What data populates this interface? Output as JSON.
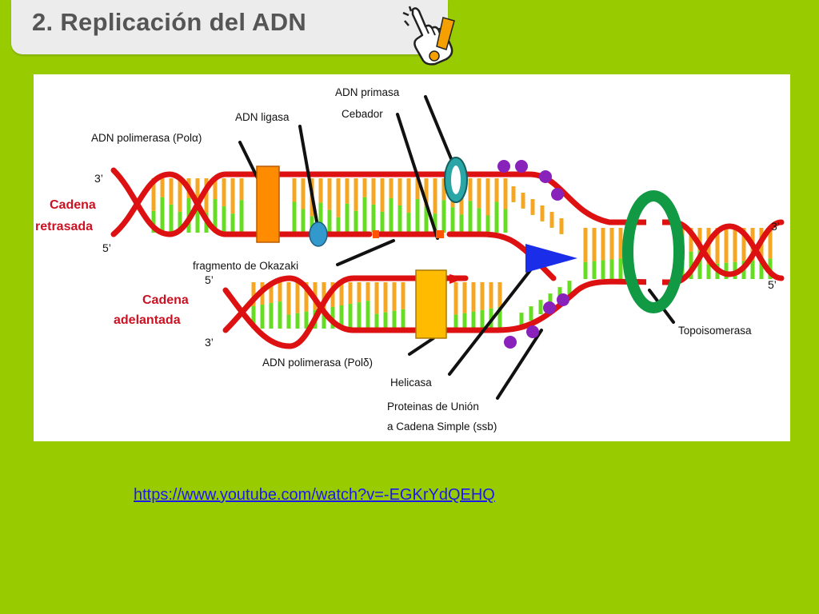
{
  "slide": {
    "title": "2. Replicación del ADN",
    "link": "https://www.youtube.com/watch?v=-EGKrYdQEHQ"
  },
  "diagram": {
    "labels": {
      "primasa": "ADN primasa",
      "cebador": "Cebador",
      "ligasa": "ADN ligasa",
      "pol_alpha": "ADN polimerasa (Polα)",
      "okazaki": "fragmento de Okazaki",
      "pol_delta": "ADN polimerasa (Polδ)",
      "helicasa": "Helicasa",
      "ssb_line1": "Proteinas de Unión",
      "ssb_line2": "a Cadena Simple (ssb)",
      "topo": "Topoisomerasa",
      "rezagada_line1": "Cadena",
      "rezagada_line2": "retrasada",
      "adelantada_line1": "Cadena",
      "adelantada_line2": "adelantada"
    },
    "ends": {
      "lag_top": "3’",
      "lag_bottom": "5’",
      "lead_top": "5’",
      "lead_bottom": "3’",
      "right_top": "3’",
      "right_bottom": "5’"
    },
    "colors": {
      "strand": "#dd1111",
      "base_orange": "#f5a623",
      "base_green": "#66dd22",
      "polymerase": "#ffbb00",
      "polymerase_alpha": "#ff8c00",
      "primase": "#2aa6a6",
      "ligase": "#3399cc",
      "helicase": "#1a2eea",
      "ssb": "#8822bb",
      "topoisomerase": "#119944",
      "background": "#99cc00"
    }
  }
}
